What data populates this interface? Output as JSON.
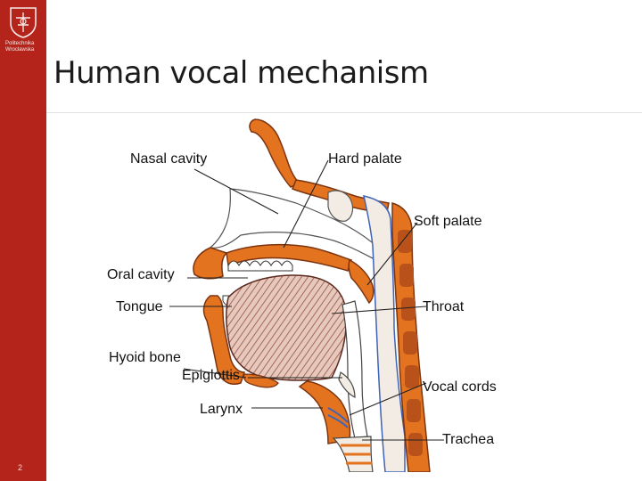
{
  "sidebar": {
    "logo_lines": [
      "Politechnika",
      "Wrocławska"
    ],
    "page_number": "2"
  },
  "slide": {
    "title": "Human vocal mechanism"
  },
  "diagram": {
    "labels": {
      "nasal_cavity": "Nasal cavity",
      "hard_palate": "Hard palate",
      "soft_palate": "Soft palate",
      "oral_cavity": "Oral cavity",
      "tongue": "Tongue",
      "throat": "Throat",
      "hyoid_bone": "Hyoid bone",
      "epiglottis": "Epiglottis",
      "vocal_cords": "Vocal cords",
      "larynx": "Larynx",
      "trachea": "Trachea"
    }
  },
  "colors": {
    "sidebar": "#b5241b",
    "bone": "#e3731f",
    "bone_dark": "#b8521a",
    "cartilage": "#f2ece4",
    "muscle": "#c99080",
    "spine_blue": "#3f63b8"
  }
}
